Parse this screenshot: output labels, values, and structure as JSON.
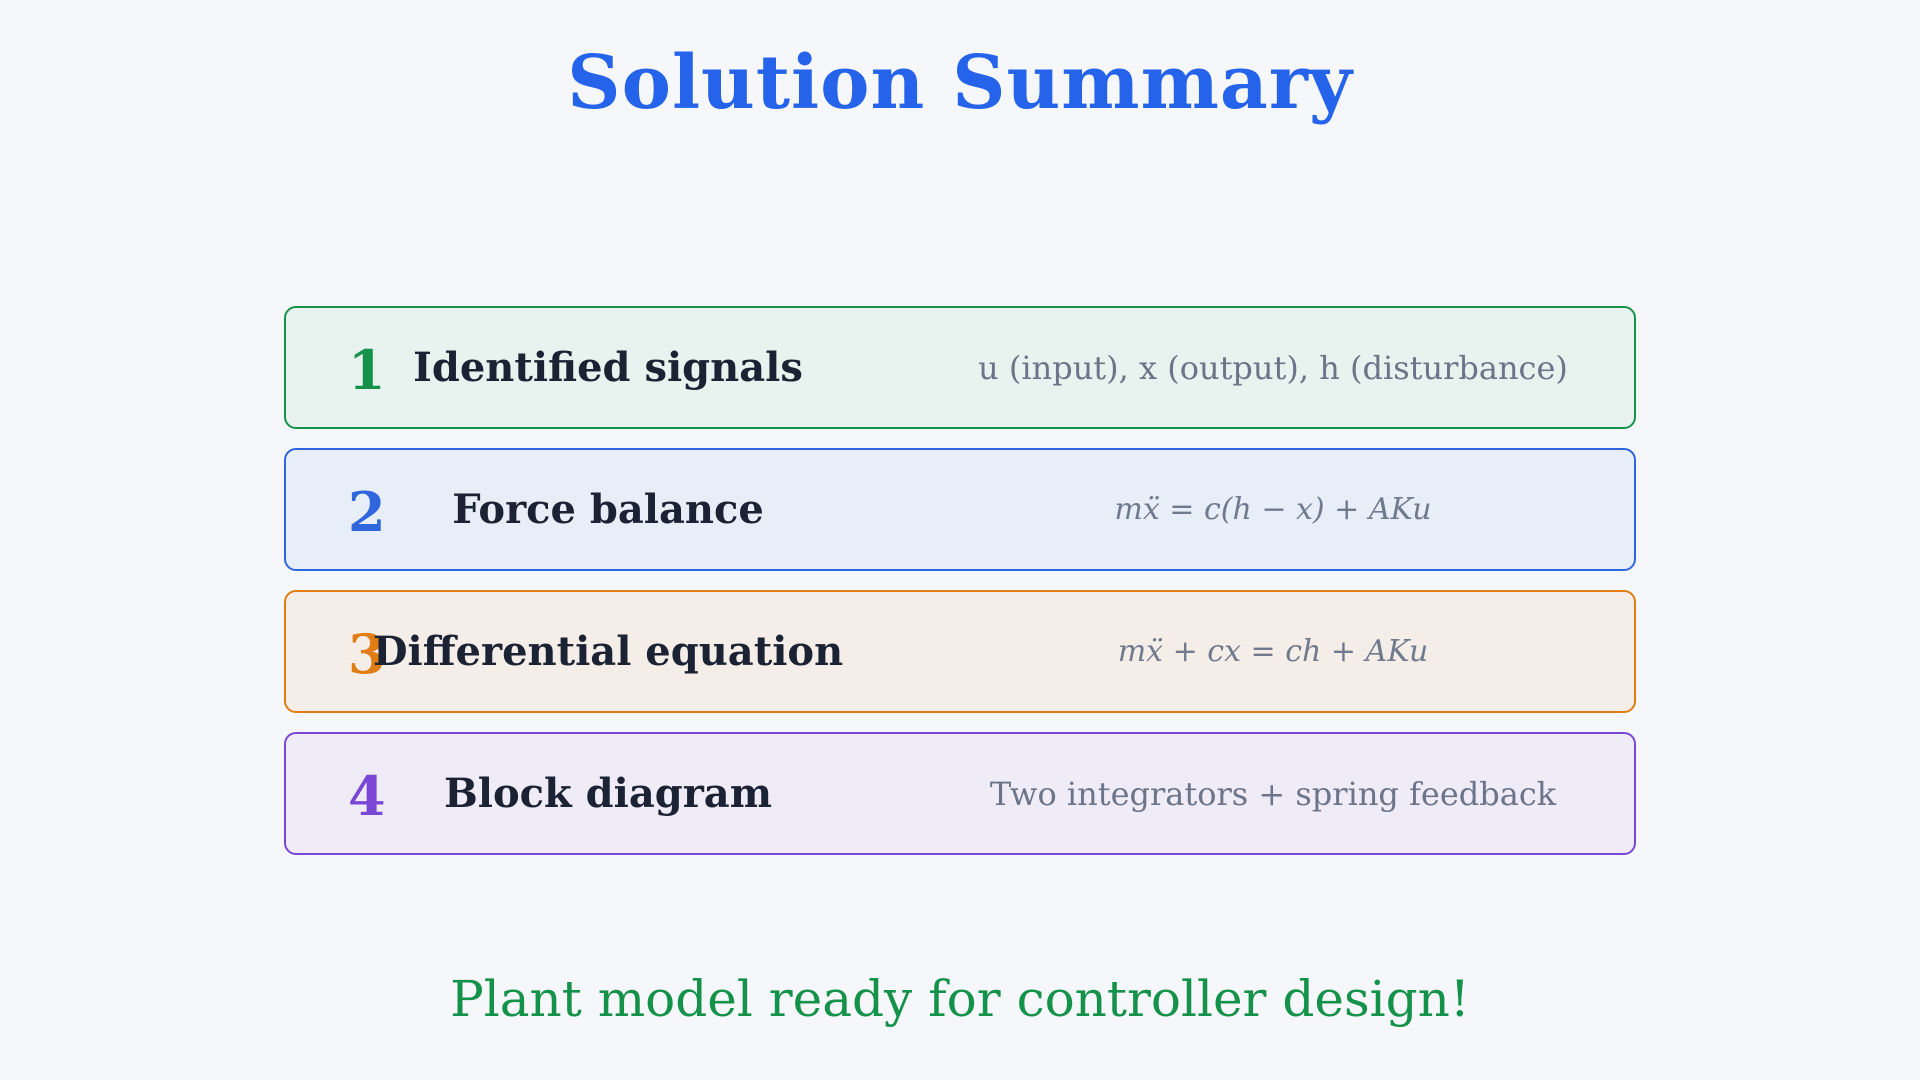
{
  "title": "Solution Summary",
  "steps": [
    {
      "number": "1",
      "label": "Identified signals",
      "detail": "u (input), x (output), h (disturbance)",
      "accent_color": "#15924a"
    },
    {
      "number": "2",
      "label": "Force balance",
      "detail": "mẍ = c(h − x) + AKu",
      "accent_color": "#2f66dd"
    },
    {
      "number": "3",
      "label": "Differential equation",
      "detail": "mẍ + cx = ch + AKu",
      "accent_color": "#e07e15"
    },
    {
      "number": "4",
      "label": "Block diagram",
      "detail": "Two integrators + spring feedback",
      "accent_color": "#7a46d6"
    }
  ],
  "footer": "Plant model ready for controller design!",
  "colors": {
    "title": "#2563eb",
    "footer": "#15924a",
    "background": "#f6f7fb"
  }
}
